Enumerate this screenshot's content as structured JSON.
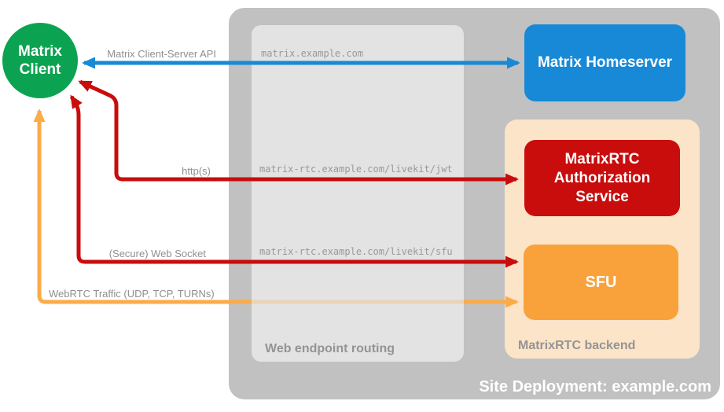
{
  "nodes": {
    "client": {
      "label": "Matrix Client",
      "color": "#0ba351"
    },
    "homeserver": {
      "label": "Matrix Homeserver",
      "color": "#1789d6"
    },
    "auth_service": {
      "label": "MatrixRTC Authorization Service",
      "color": "#c90c0c"
    },
    "sfu": {
      "label": "SFU",
      "color": "#f9a23c"
    }
  },
  "containers": {
    "site": {
      "label": "Site Deployment: example.com",
      "color": "#c1c1c1"
    },
    "web_endpoint_routing": {
      "label": "Web endpoint routing",
      "color": "#e3e3e3"
    },
    "matrixrtc_backend": {
      "label": "MatrixRTC backend",
      "color": "#fce4c9"
    }
  },
  "routes": {
    "homeserver_host": "matrix.example.com",
    "jwt_path": "matrix-rtc.example.com/livekit/jwt",
    "sfu_path": "matrix-rtc.example.com/livekit/sfu"
  },
  "connections": {
    "client_server_api": {
      "label": "Matrix Client-Server API",
      "color": "#1789d6",
      "from": "Matrix Client",
      "to": "Matrix Homeserver",
      "bidirectional": true
    },
    "https": {
      "label": "http(s)",
      "color": "#c90c0c",
      "from": "Matrix Client",
      "to": "MatrixRTC Authorization Service",
      "bidirectional": true
    },
    "web_socket": {
      "label": "(Secure) Web Socket",
      "color": "#c90c0c",
      "from": "Matrix Client",
      "to": "SFU",
      "bidirectional": true
    },
    "webrtc_traffic": {
      "label": "WebRTC Traffic (UDP, TCP, TURNs)",
      "color": "#fbab47",
      "from": "Matrix Client",
      "to": "SFU",
      "bidirectional": true
    }
  }
}
